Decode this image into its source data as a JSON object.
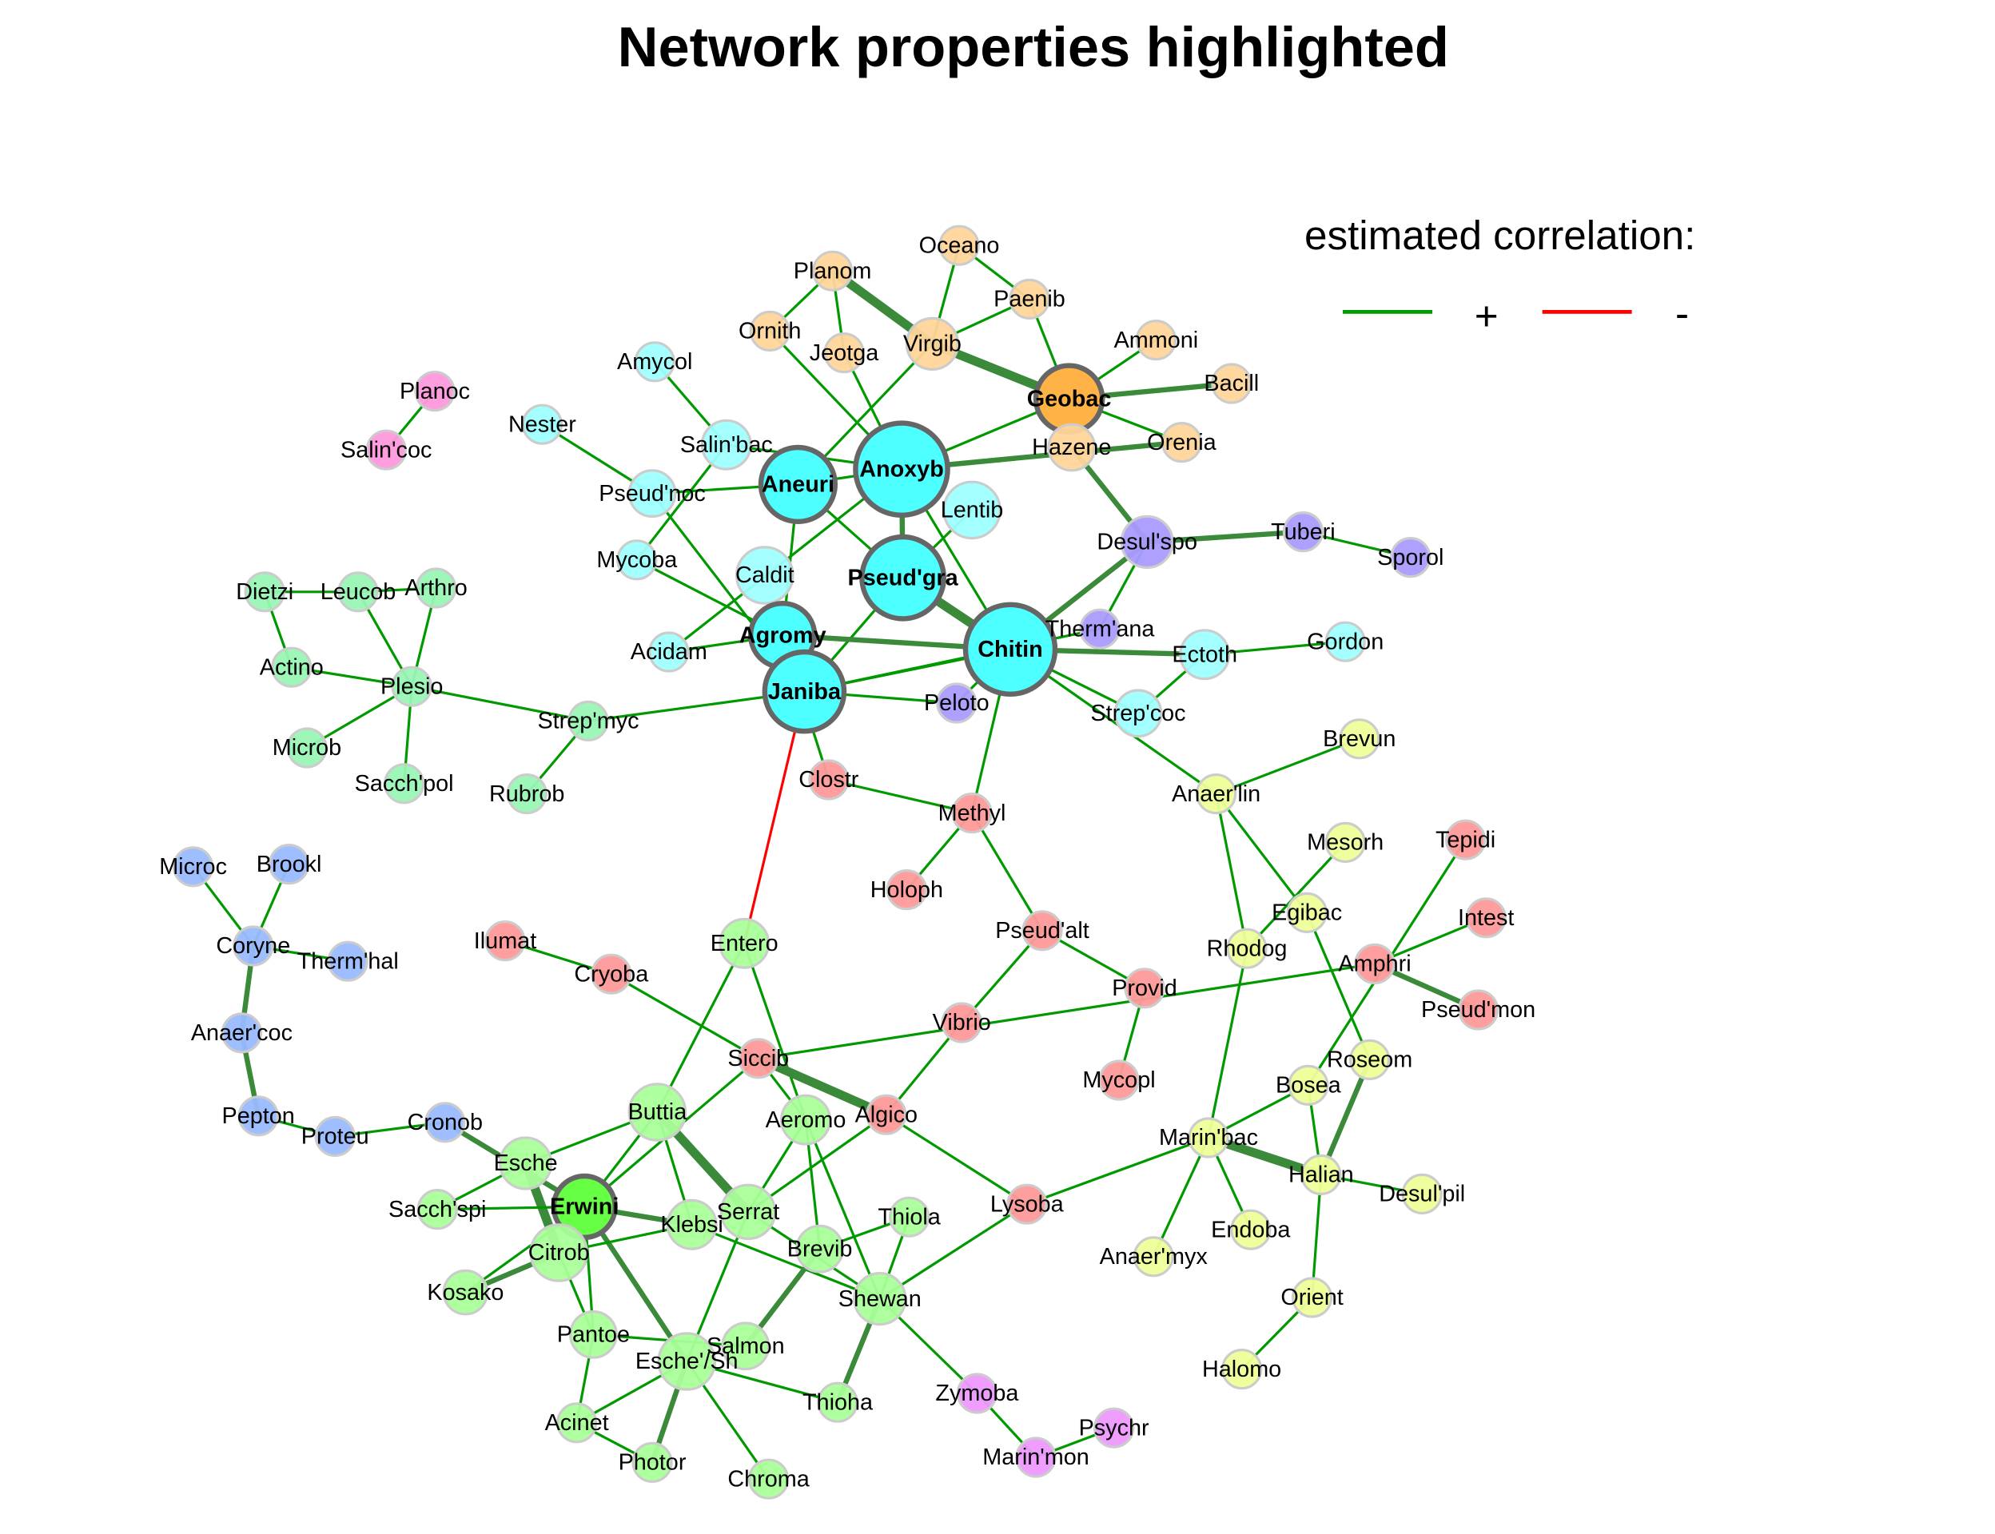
{
  "title": "Network properties highlighted",
  "legend": {
    "title": "estimated correlation:",
    "positive_label": "+",
    "negative_label": "-",
    "positive_color": "#009900",
    "negative_color": "#FF0000"
  },
  "colors": {
    "orange": "#FFD59A",
    "orange_hub": "#FFB347",
    "cyan": "#4DFFFF",
    "cyan_light": "#9FFFFF",
    "purple": "#A99BFF",
    "mint": "#99F5B5",
    "blue": "#99BBFF",
    "pink": "#FF99DD",
    "salmon": "#FF9999",
    "yellow": "#EEFF99",
    "green": "#AAFF99",
    "green_hub": "#66FF44",
    "violet": "#EE99FF",
    "hub_border": "#666666",
    "node_border": "#CCCCCC",
    "edge_strong": "#3A8A3A"
  },
  "nodes": [
    {
      "label": "Planoc",
      "group": "pink"
    },
    {
      "label": "Salin'coc",
      "group": "pink"
    },
    {
      "label": "Oceano",
      "group": "orange"
    },
    {
      "label": "Planom",
      "group": "orange"
    },
    {
      "label": "Paenib",
      "group": "orange"
    },
    {
      "label": "Ornith",
      "group": "orange"
    },
    {
      "label": "Jeotga",
      "group": "orange"
    },
    {
      "label": "Virgib",
      "group": "orange"
    },
    {
      "label": "Ammoni",
      "group": "orange"
    },
    {
      "label": "Bacill",
      "group": "orange"
    },
    {
      "label": "Geobac",
      "group": "orange_hub",
      "hub": true
    },
    {
      "label": "Hazene",
      "group": "orange"
    },
    {
      "label": "Orenia",
      "group": "orange"
    },
    {
      "label": "Amycol",
      "group": "cyan_light"
    },
    {
      "label": "Nester",
      "group": "cyan_light"
    },
    {
      "label": "Salin'bac",
      "group": "cyan_light"
    },
    {
      "label": "Pseud'noc",
      "group": "cyan_light"
    },
    {
      "label": "Aneuri",
      "group": "cyan",
      "hub": true
    },
    {
      "label": "Anoxyb",
      "group": "cyan",
      "hub": true
    },
    {
      "label": "Lentib",
      "group": "cyan_light"
    },
    {
      "label": "Mycoba",
      "group": "cyan_light"
    },
    {
      "label": "Caldit",
      "group": "cyan_light"
    },
    {
      "label": "Pseud'gra",
      "group": "cyan",
      "hub": true
    },
    {
      "label": "Desul'spo",
      "group": "purple"
    },
    {
      "label": "Tuberi",
      "group": "purple"
    },
    {
      "label": "Sporol",
      "group": "purple"
    },
    {
      "label": "Agromy",
      "group": "cyan",
      "hub": true
    },
    {
      "label": "Acidam",
      "group": "cyan_light"
    },
    {
      "label": "Chitin",
      "group": "cyan",
      "hub": true
    },
    {
      "label": "Therm'ana",
      "group": "purple"
    },
    {
      "label": "Ectoth",
      "group": "cyan_light"
    },
    {
      "label": "Gordon",
      "group": "cyan_light"
    },
    {
      "label": "Janiba",
      "group": "cyan",
      "hub": true
    },
    {
      "label": "Peloto",
      "group": "purple"
    },
    {
      "label": "Strep'coc",
      "group": "cyan_light"
    },
    {
      "label": "Dietzi",
      "group": "mint"
    },
    {
      "label": "Leucob",
      "group": "mint"
    },
    {
      "label": "Arthro",
      "group": "mint"
    },
    {
      "label": "Actino",
      "group": "mint"
    },
    {
      "label": "Plesio",
      "group": "mint"
    },
    {
      "label": "Strep'myc",
      "group": "mint"
    },
    {
      "label": "Microb",
      "group": "mint"
    },
    {
      "label": "Sacch'pol",
      "group": "mint"
    },
    {
      "label": "Rubrob",
      "group": "mint"
    },
    {
      "label": "Brevun",
      "group": "yellow"
    },
    {
      "label": "Anaer'lin",
      "group": "yellow"
    },
    {
      "label": "Clostr",
      "group": "salmon"
    },
    {
      "label": "Methyl",
      "group": "salmon"
    },
    {
      "label": "Holoph",
      "group": "salmon"
    },
    {
      "label": "Mesorh",
      "group": "yellow"
    },
    {
      "label": "Tepidi",
      "group": "salmon"
    },
    {
      "label": "Egibac",
      "group": "yellow"
    },
    {
      "label": "Intest",
      "group": "salmon"
    },
    {
      "label": "Rhodog",
      "group": "yellow"
    },
    {
      "label": "Amphri",
      "group": "salmon"
    },
    {
      "label": "Pseud'alt",
      "group": "salmon"
    },
    {
      "label": "Provid",
      "group": "salmon"
    },
    {
      "label": "Pseud'mon",
      "group": "salmon"
    },
    {
      "label": "Microc",
      "group": "blue"
    },
    {
      "label": "Brookl",
      "group": "blue"
    },
    {
      "label": "Coryne",
      "group": "blue"
    },
    {
      "label": "Therm'hal",
      "group": "blue"
    },
    {
      "label": "Anaer'coc",
      "group": "blue"
    },
    {
      "label": "Pepton",
      "group": "blue"
    },
    {
      "label": "Proteu",
      "group": "blue"
    },
    {
      "label": "Cronob",
      "group": "blue"
    },
    {
      "label": "Ilumat",
      "group": "salmon"
    },
    {
      "label": "Cryoba",
      "group": "salmon"
    },
    {
      "label": "Entero",
      "group": "green"
    },
    {
      "label": "Vibrio",
      "group": "salmon"
    },
    {
      "label": "Siccib",
      "group": "salmon"
    },
    {
      "label": "Roseom",
      "group": "yellow"
    },
    {
      "label": "Bosea",
      "group": "yellow"
    },
    {
      "label": "Mycopl",
      "group": "salmon"
    },
    {
      "label": "Buttia",
      "group": "green"
    },
    {
      "label": "Aeromo",
      "group": "green"
    },
    {
      "label": "Algico",
      "group": "salmon"
    },
    {
      "label": "Marin'bac",
      "group": "yellow"
    },
    {
      "label": "Esche",
      "group": "green"
    },
    {
      "label": "Erwini",
      "group": "green_hub",
      "hub": true
    },
    {
      "label": "Sacch'spi",
      "group": "green"
    },
    {
      "label": "Klebsi",
      "group": "green"
    },
    {
      "label": "Serrat",
      "group": "green"
    },
    {
      "label": "Halian",
      "group": "yellow"
    },
    {
      "label": "Desul'pil",
      "group": "yellow"
    },
    {
      "label": "Thiola",
      "group": "green"
    },
    {
      "label": "Lysoba",
      "group": "salmon"
    },
    {
      "label": "Citrob",
      "group": "green"
    },
    {
      "label": "Brevib",
      "group": "green"
    },
    {
      "label": "Endoba",
      "group": "yellow"
    },
    {
      "label": "Anaer'myx",
      "group": "yellow"
    },
    {
      "label": "Kosako",
      "group": "green"
    },
    {
      "label": "Shewan",
      "group": "green"
    },
    {
      "label": "Orient",
      "group": "yellow"
    },
    {
      "label": "Pantoe",
      "group": "green"
    },
    {
      "label": "Salmon",
      "group": "green"
    },
    {
      "label": "Esche'/Sh",
      "group": "green"
    },
    {
      "label": "Halomo",
      "group": "yellow"
    },
    {
      "label": "Zymoba",
      "group": "violet"
    },
    {
      "label": "Thioha",
      "group": "green"
    },
    {
      "label": "Acinet",
      "group": "green"
    },
    {
      "label": "Psychr",
      "group": "violet"
    },
    {
      "label": "Photor",
      "group": "green"
    },
    {
      "label": "Marin'mon",
      "group": "violet"
    },
    {
      "label": "Chroma",
      "group": "green"
    }
  ],
  "edges": [
    [
      "Planoc",
      "Salin'coc",
      1,
      "+"
    ],
    [
      "Oceano",
      "Paenib",
      1,
      "+"
    ],
    [
      "Oceano",
      "Virgib",
      1,
      "+"
    ],
    [
      "Planom",
      "Ornith",
      1,
      "+"
    ],
    [
      "Planom",
      "Jeotga",
      1,
      "+"
    ],
    [
      "Planom",
      "Virgib",
      3,
      "+"
    ],
    [
      "Paenib",
      "Virgib",
      1,
      "+"
    ],
    [
      "Paenib",
      "Geobac",
      1,
      "+"
    ],
    [
      "Virgib",
      "Geobac",
      3,
      "+"
    ],
    [
      "Ammoni",
      "Geobac",
      1,
      "+"
    ],
    [
      "Bacill",
      "Geobac",
      2,
      "+"
    ],
    [
      "Geobac",
      "Orenia",
      1,
      "+"
    ],
    [
      "Geobac",
      "Anoxyb",
      1,
      "+"
    ],
    [
      "Hazene",
      "Desul'spo",
      2,
      "+"
    ],
    [
      "Anoxyb",
      "Orenia",
      2,
      "+"
    ],
    [
      "Ornith",
      "Anoxyb",
      1,
      "+"
    ],
    [
      "Jeotga",
      "Anoxyb",
      1,
      "+"
    ],
    [
      "Virgib",
      "Aneuri",
      1,
      "+"
    ],
    [
      "Amycol",
      "Salin'bac",
      1,
      "+"
    ],
    [
      "Salin'bac",
      "Anoxyb",
      1,
      "+"
    ],
    [
      "Salin'bac",
      "Mycoba",
      1,
      "+"
    ],
    [
      "Nester",
      "Pseud'noc",
      1,
      "+"
    ],
    [
      "Pseud'noc",
      "Aneuri",
      1,
      "+"
    ],
    [
      "Pseud'noc",
      "Janiba",
      1,
      "+"
    ],
    [
      "Aneuri",
      "Anoxyb",
      1,
      "+"
    ],
    [
      "Aneuri",
      "Pseud'gra",
      1,
      "+"
    ],
    [
      "Aneuri",
      "Agromy",
      1,
      "+"
    ],
    [
      "Anoxyb",
      "Pseud'gra",
      2,
      "+"
    ],
    [
      "Anoxyb",
      "Acidam",
      1,
      "+"
    ],
    [
      "Anoxyb",
      "Chitin",
      1,
      "+"
    ],
    [
      "Lentib",
      "Pseud'gra",
      1,
      "+"
    ],
    [
      "Mycoba",
      "Agromy",
      1,
      "+"
    ],
    [
      "Pseud'gra",
      "Chitin",
      3,
      "+"
    ],
    [
      "Pseud'gra",
      "Janiba",
      1,
      "+"
    ],
    [
      "Agromy",
      "Chitin",
      2,
      "+"
    ],
    [
      "Acidam",
      "Agromy",
      1,
      "+"
    ],
    [
      "Agromy",
      "Clostr",
      1,
      "+"
    ],
    [
      "Janiba",
      "Chitin",
      1,
      "+"
    ],
    [
      "Janiba",
      "Peloto",
      1,
      "+"
    ],
    [
      "Janiba",
      "Strep'myc",
      1,
      "+"
    ],
    [
      "Janiba",
      "Entero",
      1,
      "-"
    ],
    [
      "Chitin",
      "Desul'spo",
      2,
      "+"
    ],
    [
      "Chitin",
      "Ectoth",
      2,
      "+"
    ],
    [
      "Chitin",
      "Strep'coc",
      1,
      "+"
    ],
    [
      "Janiba",
      "Therm'ana",
      1,
      "+"
    ],
    [
      "Desul'spo",
      "Therm'ana",
      1,
      "+"
    ],
    [
      "Desul'spo",
      "Tuberi",
      2,
      "+"
    ],
    [
      "Tuberi",
      "Sporol",
      1,
      "+"
    ],
    [
      "Ectoth",
      "Gordon",
      1,
      "+"
    ],
    [
      "Ectoth",
      "Strep'coc",
      1,
      "+"
    ],
    [
      "Chitin",
      "Anaer'lin",
      1,
      "+"
    ],
    [
      "Chitin",
      "Methyl",
      1,
      "+"
    ],
    [
      "Chitin",
      "Peloto",
      1,
      "+"
    ],
    [
      "Dietzi",
      "Leucob",
      1,
      "+"
    ],
    [
      "Leucob",
      "Arthro",
      1,
      "+"
    ],
    [
      "Dietzi",
      "Actino",
      1,
      "+"
    ],
    [
      "Leucob",
      "Plesio",
      1,
      "+"
    ],
    [
      "Arthro",
      "Plesio",
      1,
      "+"
    ],
    [
      "Actino",
      "Plesio",
      1,
      "+"
    ],
    [
      "Plesio",
      "Microb",
      1,
      "+"
    ],
    [
      "Plesio",
      "Sacch'pol",
      1,
      "+"
    ],
    [
      "Plesio",
      "Strep'myc",
      1,
      "+"
    ],
    [
      "Strep'myc",
      "Rubrob",
      1,
      "+"
    ],
    [
      "Anaer'lin",
      "Brevun",
      1,
      "+"
    ],
    [
      "Anaer'lin",
      "Rhodog",
      1,
      "+"
    ],
    [
      "Anaer'lin",
      "Egibac",
      1,
      "+"
    ],
    [
      "Mesorh",
      "Rhodog",
      1,
      "+"
    ],
    [
      "Egibac",
      "Roseom",
      1,
      "+"
    ],
    [
      "Clostr",
      "Methyl",
      1,
      "+"
    ],
    [
      "Methyl",
      "Holoph",
      1,
      "+"
    ],
    [
      "Methyl",
      "Pseud'alt",
      1,
      "+"
    ],
    [
      "Tepidi",
      "Bosea",
      1,
      "+"
    ],
    [
      "Intest",
      "Amphri",
      1,
      "+"
    ],
    [
      "Amphri",
      "Pseud'mon",
      2,
      "+"
    ],
    [
      "Siccib",
      "Amphri",
      1,
      "+"
    ],
    [
      "Rhodog",
      "Marin'bac",
      1,
      "+"
    ],
    [
      "Pseud'alt",
      "Provid",
      1,
      "+"
    ],
    [
      "Pseud'alt",
      "Vibrio",
      1,
      "+"
    ],
    [
      "Provid",
      "Mycopl",
      1,
      "+"
    ],
    [
      "Vibrio",
      "Algico",
      1,
      "+"
    ],
    [
      "Microc",
      "Coryne",
      1,
      "+"
    ],
    [
      "Brookl",
      "Coryne",
      1,
      "+"
    ],
    [
      "Coryne",
      "Therm'hal",
      1,
      "+"
    ],
    [
      "Coryne",
      "Anaer'coc",
      2,
      "+"
    ],
    [
      "Anaer'coc",
      "Pepton",
      2,
      "+"
    ],
    [
      "Pepton",
      "Proteu",
      1,
      "+"
    ],
    [
      "Proteu",
      "Cronob",
      1,
      "+"
    ],
    [
      "Cronob",
      "Erwini",
      2,
      "+"
    ],
    [
      "Ilumat",
      "Cryoba",
      1,
      "+"
    ],
    [
      "Cryoba",
      "Siccib",
      1,
      "+"
    ],
    [
      "Entero",
      "Buttia",
      1,
      "+"
    ],
    [
      "Entero",
      "Aeromo",
      1,
      "+"
    ],
    [
      "Siccib",
      "Algico",
      3,
      "+"
    ],
    [
      "Siccib",
      "Erwini",
      1,
      "+"
    ],
    [
      "Siccib",
      "Aeromo",
      1,
      "+"
    ],
    [
      "Roseom",
      "Halian",
      2,
      "+"
    ],
    [
      "Bosea",
      "Marin'bac",
      1,
      "+"
    ],
    [
      "Bosea",
      "Halian",
      1,
      "+"
    ],
    [
      "Algico",
      "Serrat",
      1,
      "+"
    ],
    [
      "Algico",
      "Lysoba",
      1,
      "+"
    ],
    [
      "Marin'bac",
      "Halian",
      3,
      "+"
    ],
    [
      "Halian",
      "Desul'pil",
      1,
      "+"
    ],
    [
      "Halian",
      "Orient",
      1,
      "+"
    ],
    [
      "Marin'bac",
      "Endoba",
      1,
      "+"
    ],
    [
      "Marin'bac",
      "Anaer'myx",
      1,
      "+"
    ],
    [
      "Marin'bac",
      "Lysoba",
      1,
      "+"
    ],
    [
      "Orient",
      "Halomo",
      1,
      "+"
    ],
    [
      "Buttia",
      "Esche",
      1,
      "+"
    ],
    [
      "Buttia",
      "Erwini",
      1,
      "+"
    ],
    [
      "Buttia",
      "Klebsi",
      1,
      "+"
    ],
    [
      "Buttia",
      "Serrat",
      3,
      "+"
    ],
    [
      "Aeromo",
      "Serrat",
      1,
      "+"
    ],
    [
      "Aeromo",
      "Brevib",
      1,
      "+"
    ],
    [
      "Aeromo",
      "Shewan",
      1,
      "+"
    ],
    [
      "Esche",
      "Citrob",
      3,
      "+"
    ],
    [
      "Esche",
      "Sacch'spi",
      1,
      "+"
    ],
    [
      "Erwini",
      "Sacch'spi",
      1,
      "+"
    ],
    [
      "Erwini",
      "Klebsi",
      2,
      "+"
    ],
    [
      "Erwini",
      "Esche'/Sh",
      2,
      "+"
    ],
    [
      "Erwini",
      "Pantoe",
      1,
      "+"
    ],
    [
      "Citrob",
      "Kosako",
      2,
      "+"
    ],
    [
      "Erwini",
      "Kosako",
      1,
      "+"
    ],
    [
      "Citrob",
      "Klebsi",
      1,
      "+"
    ],
    [
      "Citrob",
      "Pantoe",
      1,
      "+"
    ],
    [
      "Klebsi",
      "Shewan",
      1,
      "+"
    ],
    [
      "Serrat",
      "Shewan",
      1,
      "+"
    ],
    [
      "Serrat",
      "Esche'/Sh",
      1,
      "+"
    ],
    [
      "Brevib",
      "Thiola",
      1,
      "+"
    ],
    [
      "Thiola",
      "Shewan",
      1,
      "+"
    ],
    [
      "Brevib",
      "Salmon",
      2,
      "+"
    ],
    [
      "Lysoba",
      "Shewan",
      1,
      "+"
    ],
    [
      "Shewan",
      "Thioha",
      2,
      "+"
    ],
    [
      "Shewan",
      "Zymoba",
      1,
      "+"
    ],
    [
      "Pantoe",
      "Salmon",
      1,
      "+"
    ],
    [
      "Pantoe",
      "Acinet",
      1,
      "+"
    ],
    [
      "Esche'/Sh",
      "Acinet",
      1,
      "+"
    ],
    [
      "Esche'/Sh",
      "Photor",
      2,
      "+"
    ],
    [
      "Esche'/Sh",
      "Chroma",
      1,
      "+"
    ],
    [
      "Esche'/Sh",
      "Thioha",
      1,
      "+"
    ],
    [
      "Acinet",
      "Photor",
      1,
      "+"
    ],
    [
      "Zymoba",
      "Marin'mon",
      1,
      "+"
    ],
    [
      "Marin'mon",
      "Psychr",
      1,
      "+"
    ]
  ]
}
